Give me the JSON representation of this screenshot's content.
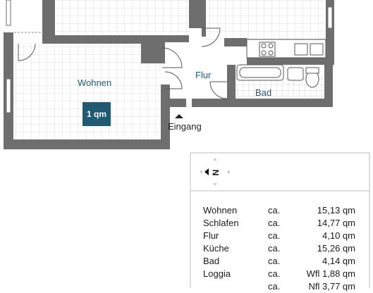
{
  "rooms": {
    "wohnen": "Wohnen",
    "flur": "Flur",
    "bad": "Bad"
  },
  "scale_label": "1 qm",
  "entry_label": "Eingang",
  "compass_letter": "N",
  "colors": {
    "wall": "#6e6e6e",
    "accent": "#1f5a72",
    "grid": "#dcdcdc"
  },
  "area_table": [
    {
      "room": "Wohnen",
      "ca": "ca.",
      "area": "15,13 qm"
    },
    {
      "room": "Schlafen",
      "ca": "ca.",
      "area": "14,77 qm"
    },
    {
      "room": "Flur",
      "ca": "ca.",
      "area": "4,10 qm"
    },
    {
      "room": "Küche",
      "ca": "ca.",
      "area": "15,26 qm"
    },
    {
      "room": "Bad",
      "ca": "ca.",
      "area": "4,14 qm"
    },
    {
      "room": "Loggia",
      "ca": "ca.",
      "area": "Wfl 1,88 qm"
    },
    {
      "room": "",
      "ca": "ca.",
      "area": "Nfl 3,77 qm"
    }
  ]
}
